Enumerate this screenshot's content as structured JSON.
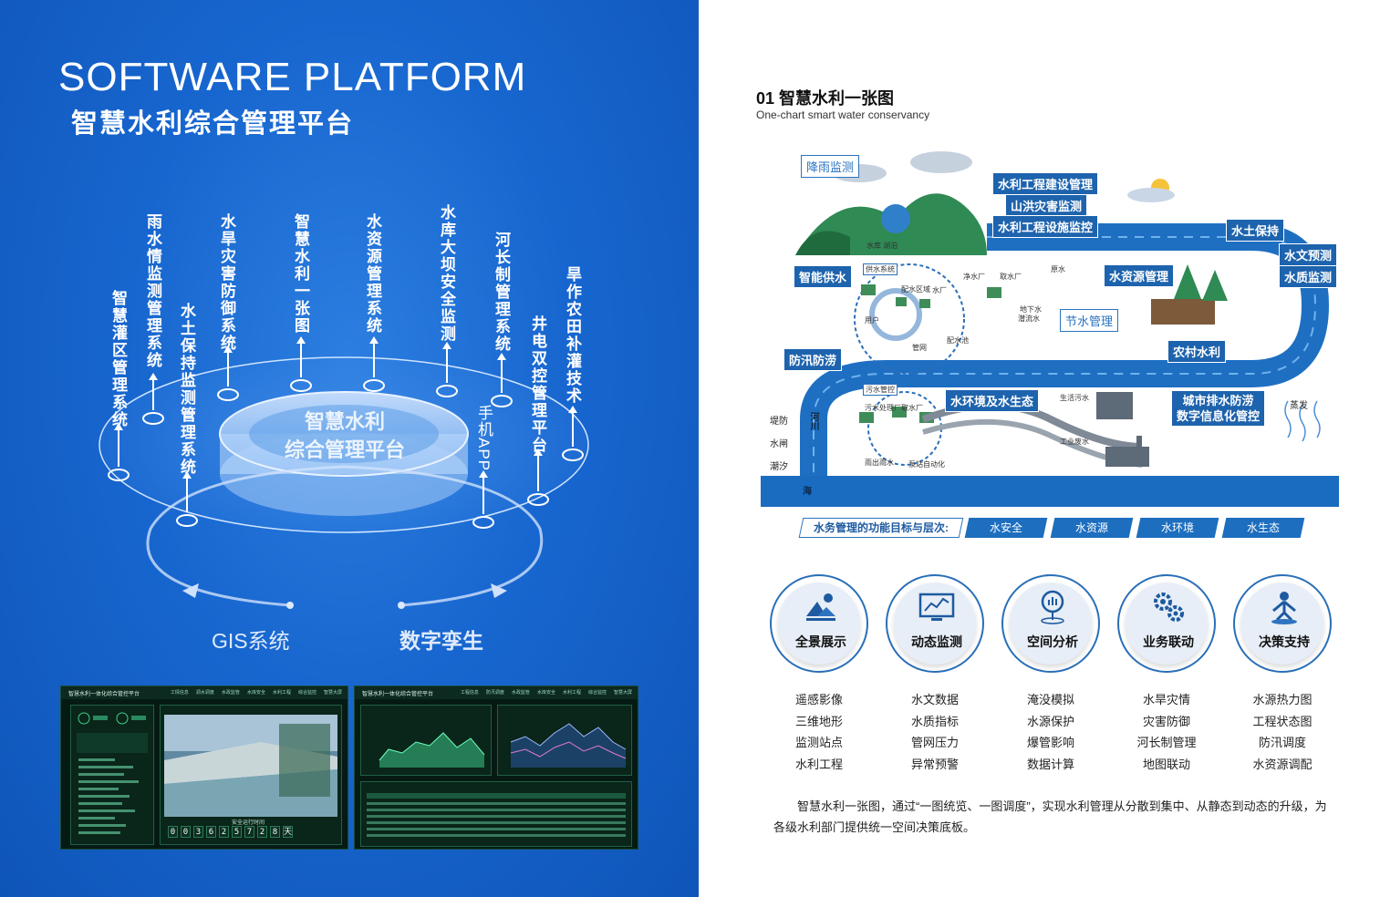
{
  "left": {
    "title_en": "SOFTWARE  PLATFORM",
    "title_cn": "智慧水利综合管理平台",
    "systems": [
      "智慧灌区管理系统",
      "雨水情监测管理系统",
      "水土保持监测管理系统",
      "水旱灾害防御系统",
      "智慧水利一张图",
      "水资源管理系统",
      "水库大坝安全监测",
      "河长制管理系统",
      "井电双控管理平台",
      "旱作农田补灌技术"
    ],
    "center_line1": "智慧水利",
    "center_line2": "综合管理平台",
    "app": "手机APP",
    "gis": "GIS系统",
    "twin": "数字孪生",
    "dash1": {
      "title": "智慧水利一体化综合管控平台",
      "navs": [
        "工情信息",
        "调水调度",
        "水政监管",
        "水库安全",
        "水利工程",
        "综合监控",
        "智慧大屏"
      ],
      "counter_label": "安全运行时间",
      "digits": [
        "0",
        "0",
        "3",
        "6",
        "2",
        "5",
        "7",
        "2",
        "8"
      ],
      "unit": "天"
    },
    "dash2": {
      "title": "智慧水利一体化综合管控平台",
      "navs": [
        "工程信息",
        "防汛调度",
        "水政监管",
        "水库安全",
        "水利工程",
        "综合监控",
        "智慧大屏"
      ]
    }
  },
  "right": {
    "section_title": "01 智慧水利一张图",
    "section_sub": "One-chart smart water conservancy",
    "map_tags": {
      "rain": "降雨监测",
      "build": "水利工程建设管理",
      "flood_mountain": "山洪灾害监测",
      "facility": "水利工程设施监控",
      "soil": "水土保持",
      "hydro_forecast": "水文预测",
      "quality": "水质监测",
      "supply": "智能供水",
      "resource": "水资源管理",
      "saving": "节水管理",
      "rural": "农村水利",
      "flood": "防汛防涝",
      "env": "水环境及水生态",
      "urban_line1": "城市排水防涝",
      "urban_line2": "数字信息化管控"
    },
    "map_small": {
      "reservoir": "水库 湖泊",
      "supply_system": "供水系统",
      "distribution": "配水区域",
      "user": "用户",
      "pipe": "管网",
      "pool": "配水池",
      "water_plant": "水厂",
      "clean_plant": "净水厂",
      "intake": "取水厂",
      "raw_water": "原水",
      "ground": "地下水",
      "subsurface": "潜流水",
      "sewage": "污水管控",
      "sewage_plant": "污水处理厂",
      "intake2": "取水厂",
      "drain": "雨出雨水",
      "pump": "泵站自动化",
      "life_sewage": "生活污水",
      "industrial": "工业废水",
      "evap": "蒸发",
      "dike": "堤防",
      "gate": "水闸",
      "tide": "潮汐",
      "river": "河川",
      "sea": "海"
    },
    "goals_label": "水务管理的功能目标与层次:",
    "goals": [
      "水安全",
      "水资源",
      "水环境",
      "水生态"
    ],
    "features": [
      {
        "name": "全景展示",
        "icon": "landscape-icon",
        "items": [
          "遥感影像",
          "三维地形",
          "监测站点",
          "水利工程"
        ]
      },
      {
        "name": "动态监测",
        "icon": "monitor-chart-icon",
        "items": [
          "水文数据",
          "水质指标",
          "管网压力",
          "异常预警"
        ]
      },
      {
        "name": "空间分析",
        "icon": "map-pin-analysis-icon",
        "items": [
          "淹没模拟",
          "水源保护",
          "爆管影响",
          "数据计算"
        ]
      },
      {
        "name": "业务联动",
        "icon": "gears-icon",
        "items": [
          "水旱灾情",
          "灾害防御",
          "河长制管理",
          "地图联动"
        ]
      },
      {
        "name": "决策支持",
        "icon": "decision-person-icon",
        "items": [
          "水源热力图",
          "工程状态图",
          "防汛调度",
          "水资源调配"
        ]
      }
    ],
    "paragraph": "智慧水利一张图，通过“一图统览、一图调度”，实现水利管理从分散到集中、从静态到动态的升级，为各级水利部门提供统一空间决策底板。",
    "colors": {
      "accent": "#1d6ebf",
      "left_bg": "#1766cf"
    }
  }
}
